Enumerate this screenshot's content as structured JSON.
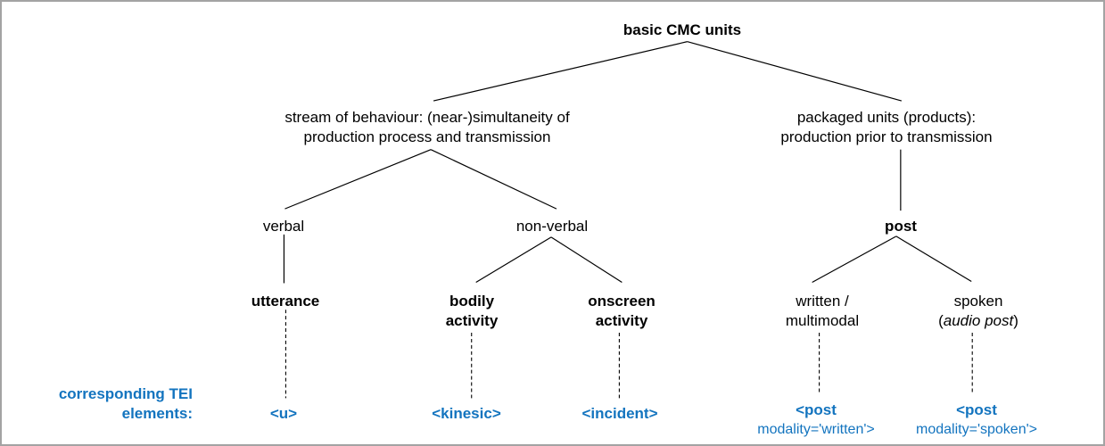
{
  "diagram": {
    "title_note": "tree of basic CMC units mapped to TEI elements",
    "root": "basic CMC units",
    "stream": {
      "line1": "stream of behaviour: (near-)simultaneity of",
      "line2": "production process and transmission"
    },
    "packaged": {
      "line1": "packaged units (products):",
      "line2": "production prior to transmission"
    },
    "verbal": "verbal",
    "nonverbal": "non-verbal",
    "post": "post",
    "utterance": "utterance",
    "bodily": {
      "line1": "bodily",
      "line2": "activity"
    },
    "onscreen": {
      "line1": "onscreen",
      "line2": "activity"
    },
    "written": {
      "line1": "written /",
      "line2": "multimodal"
    },
    "spoken": {
      "line1": "spoken",
      "paren_open": "(",
      "italic": "audio post",
      "paren_close": ")"
    },
    "tei_caption": {
      "line1": "corresponding TEI",
      "line2": "elements:"
    },
    "tei": {
      "u": "<u>",
      "kinesic": "<kinesic>",
      "incident": "<incident>",
      "post_written": {
        "line1": "<post",
        "line2": "modality='written'>"
      },
      "post_spoken": {
        "line1": "<post",
        "line2": "modality='spoken'>"
      }
    },
    "colors": {
      "accent_blue": "#1374bf",
      "line_color": "#000000",
      "frame_border": "#a3a3a3",
      "background": "#ffffff"
    }
  }
}
